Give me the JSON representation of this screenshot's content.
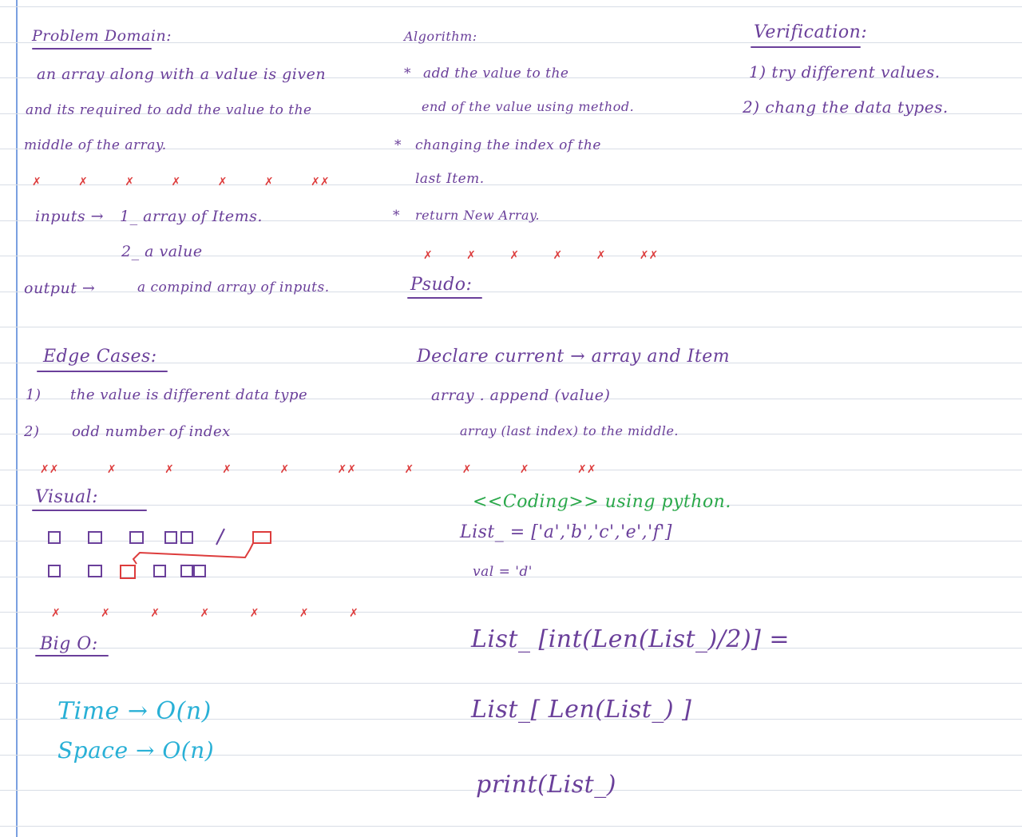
{
  "problem_domain": {
    "heading": "Problem Domain:",
    "lines": [
      "an array along with a value is given",
      "and its required to add the value to the",
      "middle of the array."
    ]
  },
  "inputs": {
    "label": "inputs →",
    "item1": "1_ array of Items.",
    "item2": "2_ a value"
  },
  "output": {
    "label": "output →",
    "text": "a compind array of inputs."
  },
  "edge_cases": {
    "heading": "Edge Cases:",
    "items": [
      {
        "num": "1)",
        "text": "the value is different data type"
      },
      {
        "num": "2)",
        "text": "odd number of index"
      }
    ]
  },
  "visual": {
    "heading": "Visual:"
  },
  "big_o": {
    "heading": "Big O:",
    "time": "Time → O(n)",
    "space": "Space → O(n)"
  },
  "algorithm": {
    "heading": "Algorithm:",
    "steps": [
      {
        "bullet": "*",
        "line1": "add the value to the",
        "line2": "end of the value using method."
      },
      {
        "bullet": "*",
        "line1": "changing the index of the",
        "line2": "last Item."
      },
      {
        "bullet": "*",
        "line1": "return New Array.",
        "line2": ""
      }
    ]
  },
  "pseudo": {
    "heading": "Psudo:",
    "lines": [
      "Declare current → array and Item",
      "array . append (value)",
      "array (last index) to the middle."
    ]
  },
  "coding": {
    "heading": "<<Coding>> using python.",
    "lines": [
      "List_ = ['a','b','c','e','f']",
      "val = 'd'",
      "List_ [int(Len(List_)/2)] =",
      "List_[ Len(List_) ]",
      "print(List_)"
    ]
  },
  "verification": {
    "heading": "Verification:",
    "items": [
      "1) try different values.",
      "2) chang the data types."
    ]
  },
  "colors": {
    "ink_purple": "#6a3f9a",
    "ink_green": "#2aa84a",
    "ink_cyan": "#29b0d6",
    "ink_red": "#dd3c3c",
    "rule_line": "#d8dde6",
    "margin_line": "#7aa0e0"
  }
}
